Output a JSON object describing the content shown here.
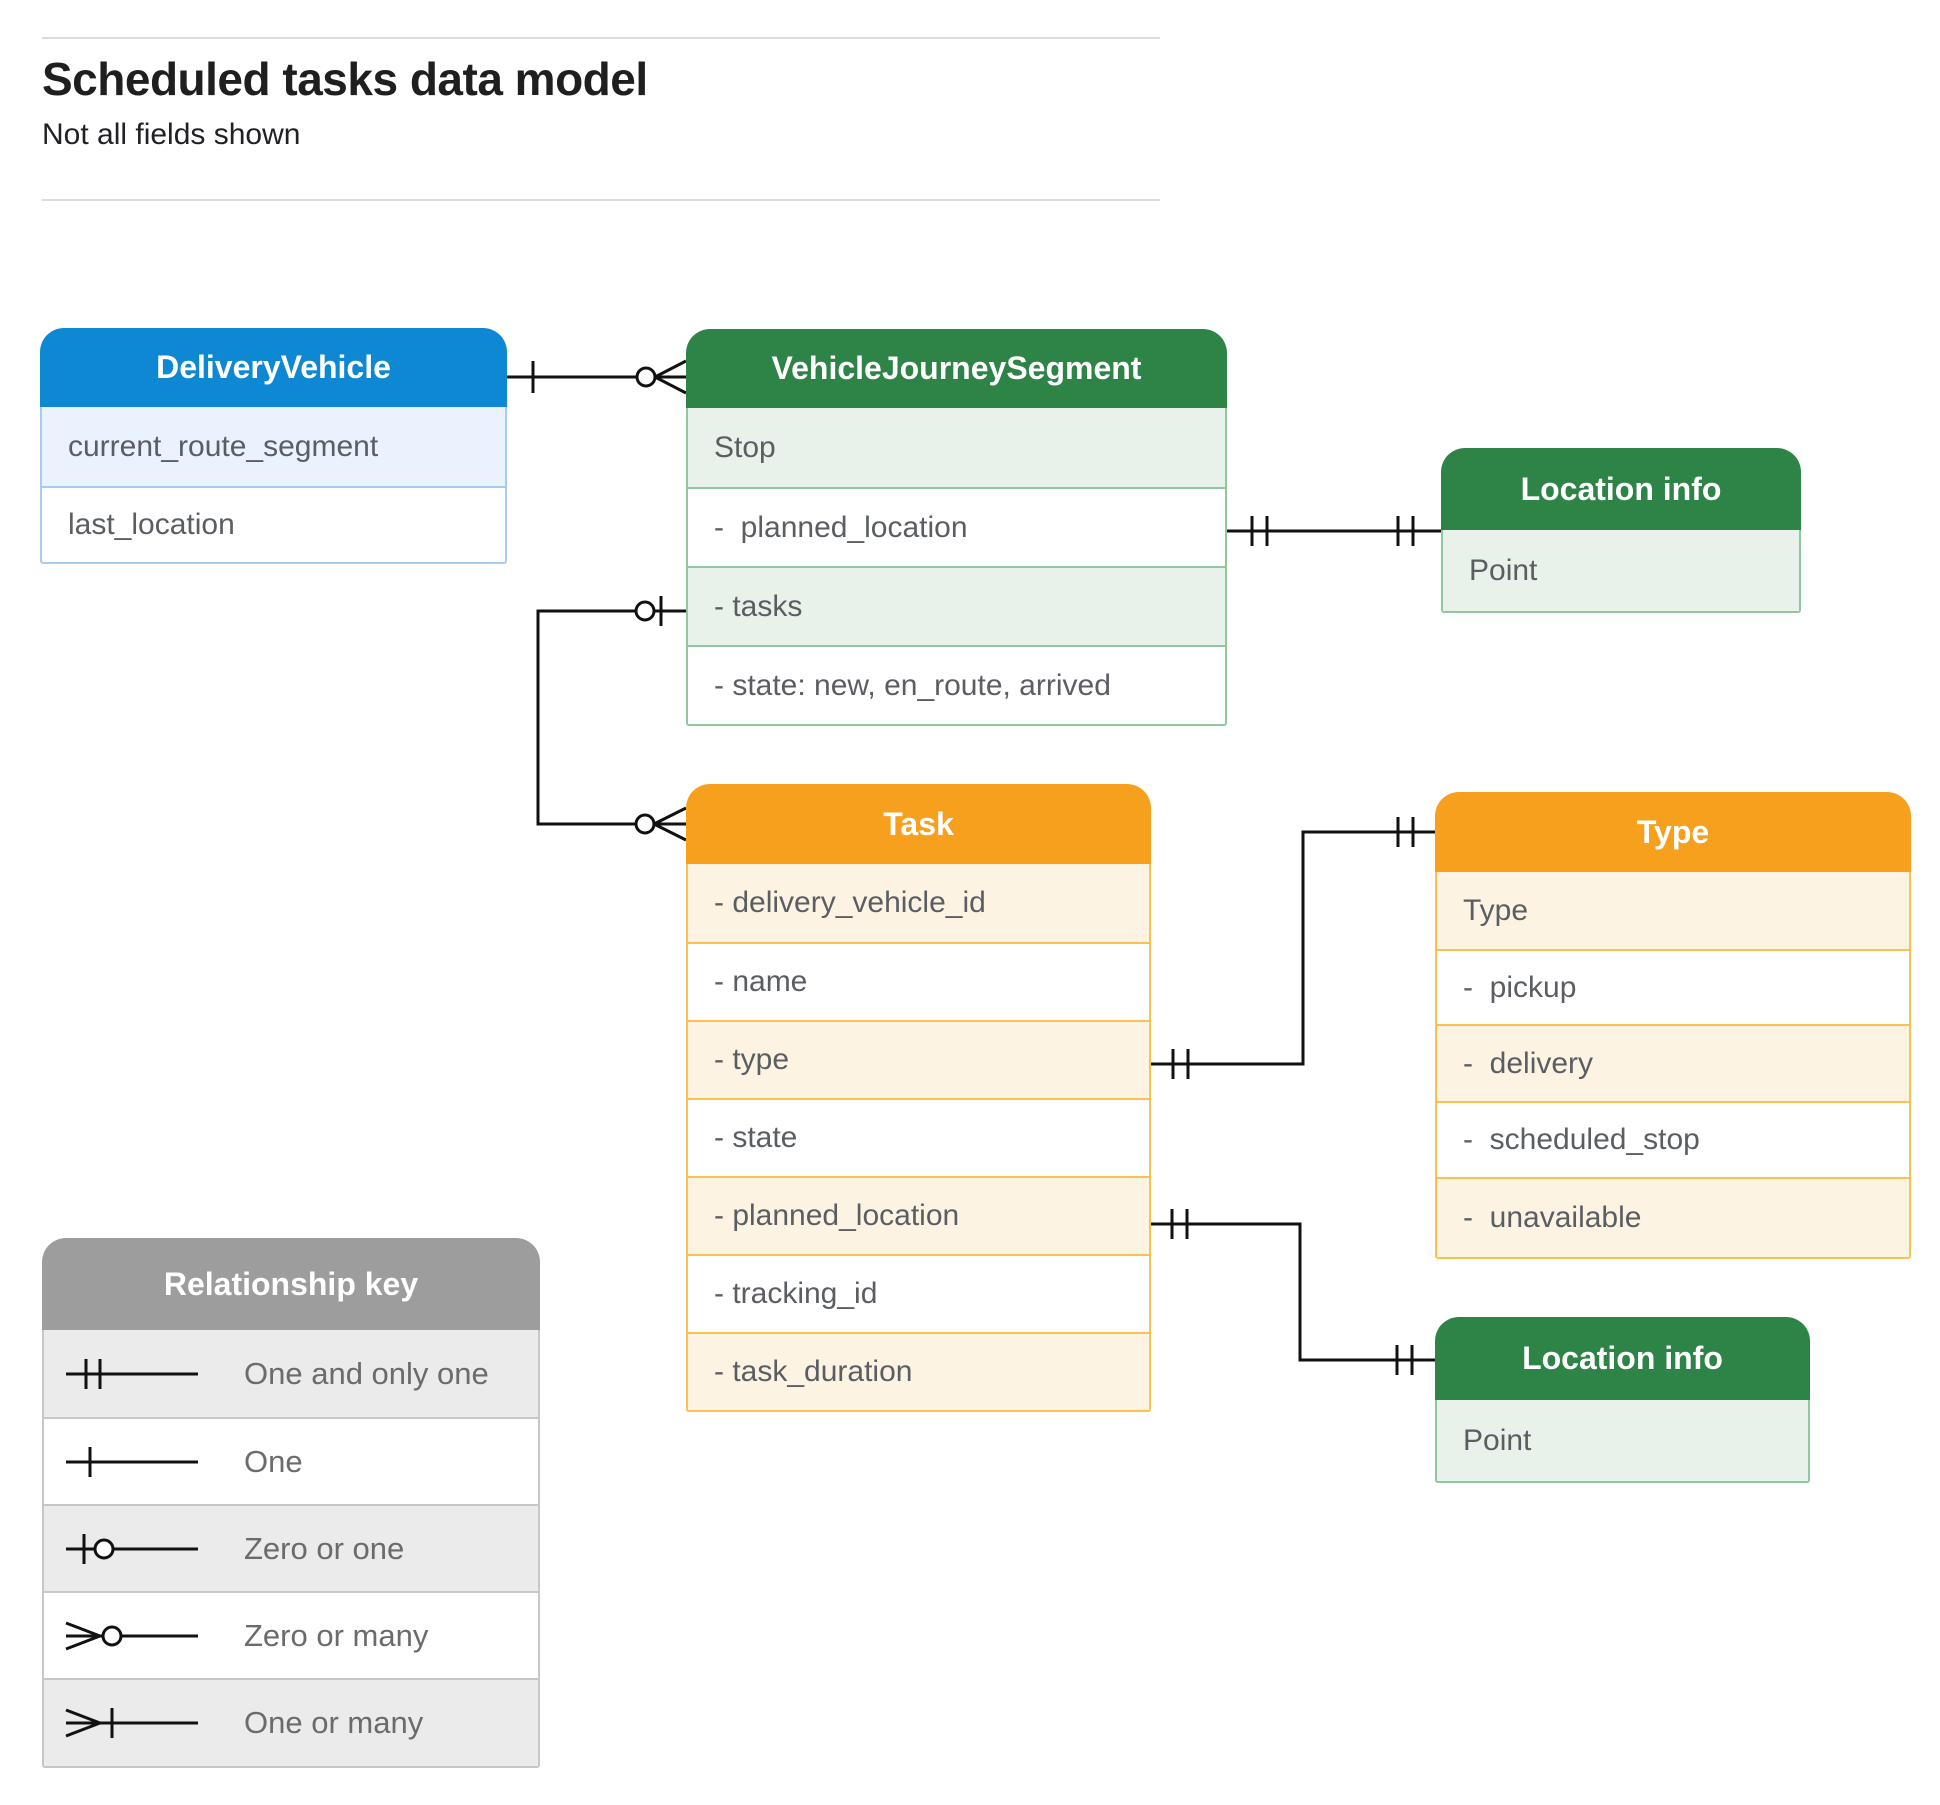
{
  "header": {
    "title": "Scheduled tasks data model",
    "subtitle": "Not all fields shown"
  },
  "entities": {
    "delivery_vehicle": {
      "title": "DeliveryVehicle",
      "fields": [
        "current_route_segment",
        "last_location"
      ]
    },
    "vehicle_journey_segment": {
      "title": "VehicleJourneySegment",
      "fields": [
        "Stop",
        "-  planned_location",
        "- tasks",
        "- state: new, en_route, arrived"
      ]
    },
    "location_info_top": {
      "title": "Location info",
      "fields": [
        "Point"
      ]
    },
    "task": {
      "title": "Task",
      "fields": [
        "- delivery_vehicle_id",
        "- name",
        "- type",
        "- state",
        "- planned_location",
        "- tracking_id",
        "- task_duration"
      ]
    },
    "type": {
      "title": "Type",
      "fields": [
        "Type",
        "-  pickup",
        "-  delivery",
        "-  scheduled_stop",
        "-  unavailable"
      ]
    },
    "location_info_bottom": {
      "title": "Location info",
      "fields": [
        "Point"
      ]
    }
  },
  "legend": {
    "title": "Relationship key",
    "items": [
      "One and only one",
      "One",
      "Zero or one",
      "Zero or many",
      "One or many"
    ]
  },
  "relationships": [
    {
      "from": "DeliveryVehicle",
      "to": "VehicleJourneySegment",
      "from_cardinality": "one",
      "to_cardinality": "zero or many"
    },
    {
      "from": "VehicleJourneySegment.planned_location",
      "to": "Location info",
      "from_cardinality": "one and only one",
      "to_cardinality": "one and only one"
    },
    {
      "from": "VehicleJourneySegment.tasks",
      "to": "Task",
      "from_cardinality": "zero or one",
      "to_cardinality": "zero or many"
    },
    {
      "from": "Task.type",
      "to": "Type",
      "from_cardinality": "one and only one",
      "to_cardinality": "one and only one"
    },
    {
      "from": "Task.planned_location",
      "to": "Location info",
      "from_cardinality": "one and only one",
      "to_cardinality": "one and only one"
    }
  ],
  "colors": {
    "blue_header": "#0e88d2",
    "blue_tint": "#e9f2fd",
    "green_header": "#2e8446",
    "green_tint": "#e8f2ea",
    "orange_header": "#f7a01d",
    "orange_tint": "#fdf3e2",
    "gray_header": "#9d9d9d",
    "gray_tint": "#ebebeb",
    "field_text": "#5a5e63",
    "line": "#111111"
  }
}
